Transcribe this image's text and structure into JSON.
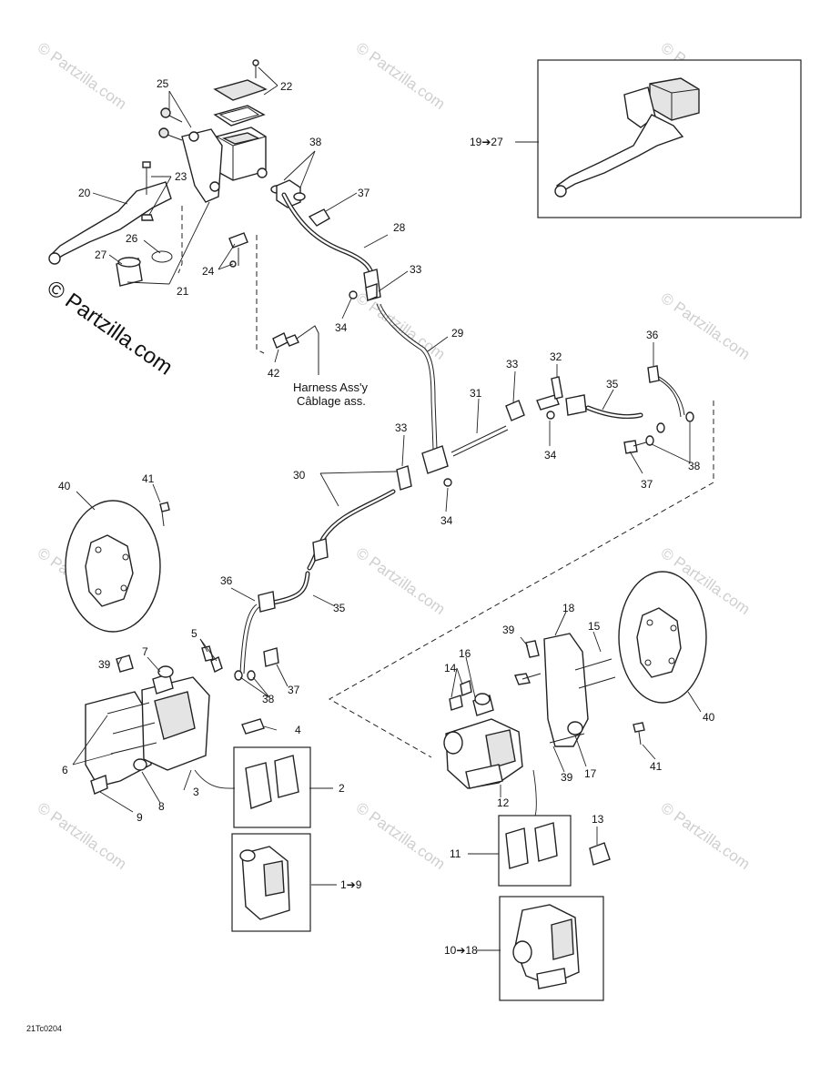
{
  "watermark": "© Partzilla.com",
  "brand": "© Partzilla.com",
  "diagram_code": "21Tc0204",
  "harness_label": [
    "Harness Ass'y",
    "Câblage ass."
  ],
  "callouts": {
    "c25": "25",
    "c22": "22",
    "c38a": "38",
    "c37a": "37",
    "c23": "23",
    "c20": "20",
    "c26": "26",
    "c27": "27",
    "c24": "24",
    "c21": "21",
    "c28": "28",
    "c33a": "33",
    "c34a": "34",
    "c29": "29",
    "c42": "42",
    "c19_27": "19➔27",
    "c36a": "36",
    "c33b": "33",
    "c32": "32",
    "c35a": "35",
    "c31": "31",
    "c34b": "34",
    "c37b": "37",
    "c38b": "38",
    "c33c": "33",
    "c30": "30",
    "c34c": "34",
    "c41a": "41",
    "c40a": "40",
    "c36b": "36",
    "c35b": "35",
    "c5": "5",
    "c39a": "39",
    "c7": "7",
    "c37c": "37",
    "c38c": "38",
    "c4": "4",
    "c6": "6",
    "c3": "3",
    "c2": "2",
    "c8": "8",
    "c9": "9",
    "c1_9": "1➔9",
    "c18": "18",
    "c39b": "39",
    "c15": "15",
    "c16": "16",
    "c14": "14",
    "c40b": "40",
    "c41b": "41",
    "c17": "17",
    "c39c": "39",
    "c12": "12",
    "c13": "13",
    "c11": "11",
    "c10_18": "10➔18"
  }
}
